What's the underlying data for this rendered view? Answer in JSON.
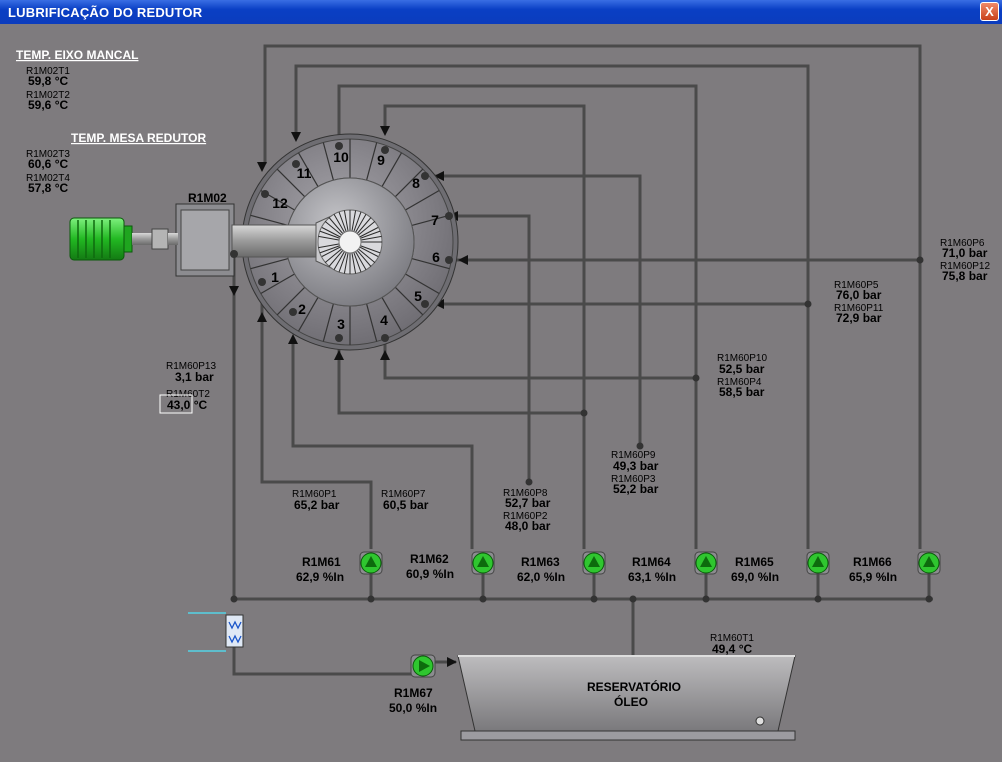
{
  "window": {
    "title": "LUBRIFICAÇÃO DO REDUTOR",
    "close": "X"
  },
  "headers": {
    "eixo": "TEMP. EIXO MANCAL",
    "mesa": "TEMP. MESA REDUTOR"
  },
  "temps": {
    "t1": {
      "tag": "R1M02T1",
      "value": "59,8 °C"
    },
    "t2": {
      "tag": "R1M02T2",
      "value": "59,6 °C"
    },
    "t3": {
      "tag": "R1M02T3",
      "value": "60,6 °C"
    },
    "t4": {
      "tag": "R1M02T4",
      "value": "57,8 °C"
    }
  },
  "motor": {
    "tag": "R1M02"
  },
  "segments": [
    "1",
    "2",
    "3",
    "4",
    "5",
    "6",
    "7",
    "8",
    "9",
    "10",
    "11",
    "12"
  ],
  "pressures": {
    "p13": {
      "tag": "R1M60P13",
      "value": "3,1 bar"
    },
    "t2": {
      "tag": "R1M60T2",
      "value": "43,0 °C"
    },
    "p1": {
      "tag": "R1M60P1",
      "value": "65,2 bar"
    },
    "p7": {
      "tag": "R1M60P7",
      "value": "60,5 bar"
    },
    "p8": {
      "tag": "R1M60P8",
      "value": "52,7 bar"
    },
    "p2": {
      "tag": "R1M60P2",
      "value": "48,0 bar"
    },
    "p9": {
      "tag": "R1M60P9",
      "value": "49,3 bar"
    },
    "p3": {
      "tag": "R1M60P3",
      "value": "52,2 bar"
    },
    "p10": {
      "tag": "R1M60P10",
      "value": "52,5 bar"
    },
    "p4": {
      "tag": "R1M60P4",
      "value": "58,5 bar"
    },
    "p5": {
      "tag": "R1M60P5",
      "value": "76,0 bar"
    },
    "p11": {
      "tag": "R1M60P11",
      "value": "72,9 bar"
    },
    "p6": {
      "tag": "R1M60P6",
      "value": "71,0 bar"
    },
    "p12": {
      "tag": "R1M60P12",
      "value": "75,8 bar"
    }
  },
  "pumps": [
    {
      "tag": "R1M61",
      "value": "62,9 %In"
    },
    {
      "tag": "R1M62",
      "value": "60,9 %In"
    },
    {
      "tag": "R1M63",
      "value": "62,0 %In"
    },
    {
      "tag": "R1M64",
      "value": "63,1 %In"
    },
    {
      "tag": "R1M65",
      "value": "69,0 %In"
    },
    {
      "tag": "R1M66",
      "value": "65,9 %In"
    }
  ],
  "pump67": {
    "tag": "R1M67",
    "value": "50,0 %In"
  },
  "reservoir": {
    "line1": "RESERVATÓRIO",
    "line2": "ÓLEO",
    "ttag": "R1M60T1",
    "tvalue": "49,4 °C"
  },
  "colors": {
    "pump": "#2fc62f",
    "pipe": "#4a4a4a",
    "title": "#0b3cbd"
  }
}
